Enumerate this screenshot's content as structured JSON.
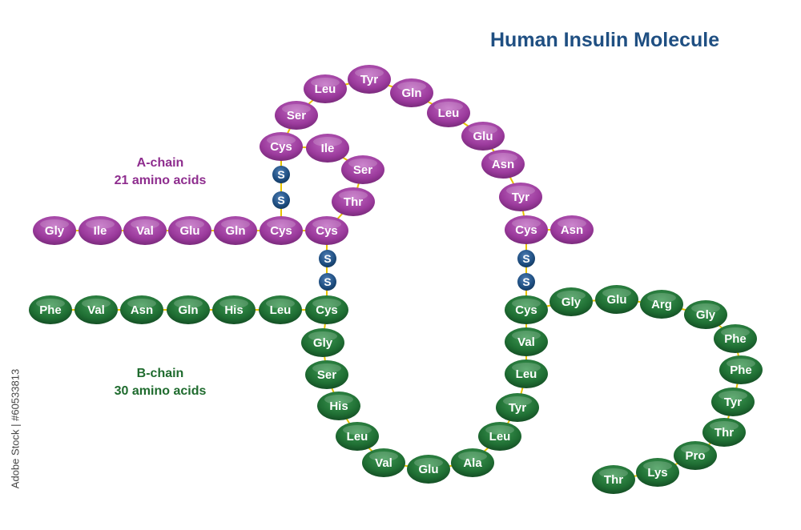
{
  "title": "Human Insulin Molecule",
  "a_chain": {
    "name": "A-chain",
    "count": "21 amino acids",
    "color": "#9b3a9c",
    "residues": [
      "Gly",
      "Ile",
      "Val",
      "Glu",
      "Gln",
      "Cys",
      "Cys",
      "Thr",
      "Ser",
      "Ile",
      "Cys",
      "Ser",
      "Leu",
      "Tyr",
      "Gln",
      "Leu",
      "Glu",
      "Asn",
      "Tyr",
      "Cys",
      "Asn"
    ]
  },
  "b_chain": {
    "name": "B-chain",
    "count": "30 amino acids",
    "color": "#1f6e33",
    "residues": [
      "Phe",
      "Val",
      "Asn",
      "Gln",
      "His",
      "Leu",
      "Cys",
      "Gly",
      "Ser",
      "His",
      "Leu",
      "Val",
      "Glu",
      "Ala",
      "Leu",
      "Tyr",
      "Leu",
      "Val",
      "Cys",
      "Gly",
      "Glu",
      "Arg",
      "Gly",
      "Phe",
      "Phe",
      "Tyr",
      "Thr",
      "Pro",
      "Lys",
      "Thr"
    ]
  },
  "disulfide_label": "S",
  "disulfide_color": "#1f4f82",
  "bond_color": "#e6c200",
  "credit": "Adobe Stock | #60533813"
}
